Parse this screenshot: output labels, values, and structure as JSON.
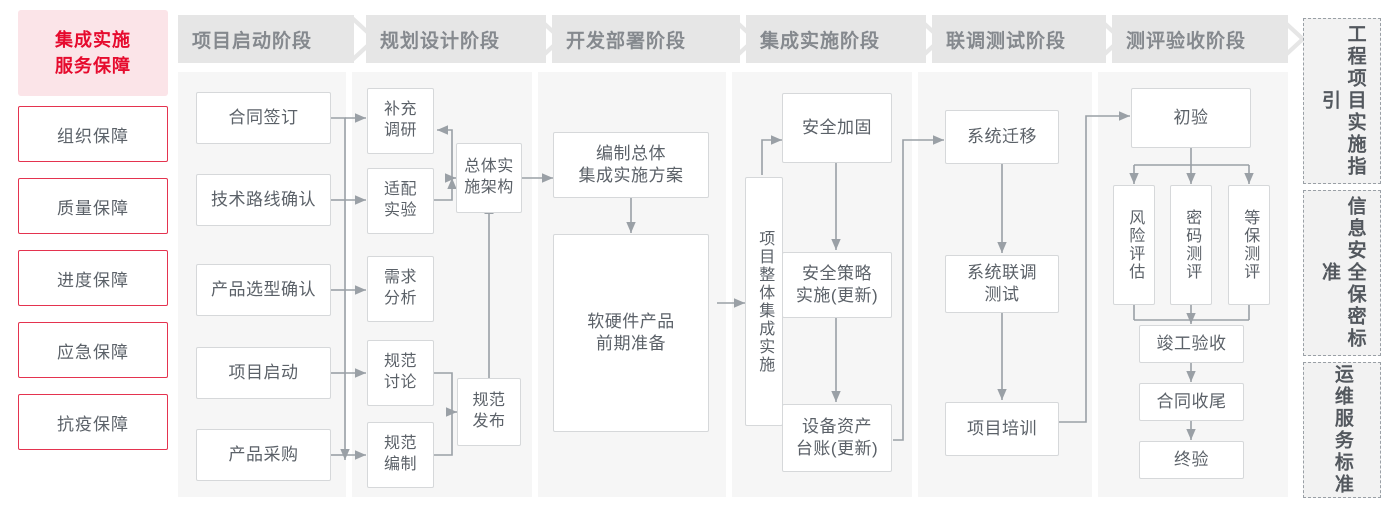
{
  "left_rail": {
    "title": "集成实施\n服务保障",
    "title_lines": [
      "集成实施",
      "服务保障"
    ],
    "accent_color": "#e60b2e",
    "accent_bg": "#fbe4e8",
    "items": [
      {
        "label": "组织保障"
      },
      {
        "label": "质量保障"
      },
      {
        "label": "进度保障"
      },
      {
        "label": "应急保障"
      },
      {
        "label": "抗疫保障"
      }
    ]
  },
  "phases": [
    {
      "label": "项目启动阶段",
      "nodes": [
        {
          "label": "合同签订"
        },
        {
          "label": "技术路线确认"
        },
        {
          "label": "产品选型确认"
        },
        {
          "label": "项目启动"
        },
        {
          "label": "产品采购"
        }
      ]
    },
    {
      "label": "规划设计阶段",
      "nodes": [
        {
          "label": "补充\n调研",
          "lines": [
            "补充",
            "调研"
          ]
        },
        {
          "label": "适配\n实验",
          "lines": [
            "适配",
            "实验"
          ]
        },
        {
          "label": "需求\n分析",
          "lines": [
            "需求",
            "分析"
          ]
        },
        {
          "label": "规范\n讨论",
          "lines": [
            "规范",
            "讨论"
          ]
        },
        {
          "label": "规范\n编制",
          "lines": [
            "规范",
            "编制"
          ]
        },
        {
          "label": "总体实\n施架构",
          "lines": [
            "总体实",
            "施架构"
          ]
        },
        {
          "label": "规范\n发布",
          "lines": [
            "规范",
            "发布"
          ]
        }
      ]
    },
    {
      "label": "开发部署阶段",
      "nodes": [
        {
          "label": "编制总体\n集成实施方案",
          "lines": [
            "编制总体",
            "集成实施方案"
          ]
        },
        {
          "label": "软硬件产品\n前期准备",
          "lines": [
            "软硬件产品",
            "前期准备"
          ]
        }
      ]
    },
    {
      "label": "集成实施阶段",
      "nodes": [
        {
          "label": "项目整体集成实施",
          "vertical": true
        },
        {
          "label": "安全加固"
        },
        {
          "label": "安全策略\n实施(更新)",
          "lines": [
            "安全策略",
            "实施(更新)"
          ]
        },
        {
          "label": "设备资产\n台账(更新)",
          "lines": [
            "设备资产",
            "台账(更新)"
          ]
        }
      ]
    },
    {
      "label": "联调测试阶段",
      "nodes": [
        {
          "label": "系统迁移"
        },
        {
          "label": "系统联调\n测试",
          "lines": [
            "系统联调",
            "测试"
          ]
        },
        {
          "label": "项目培训"
        }
      ]
    },
    {
      "label": "测评验收阶段",
      "nodes": [
        {
          "label": "初验"
        },
        {
          "label": "风险评估",
          "vertical": true
        },
        {
          "label": "密码测评",
          "vertical": true
        },
        {
          "label": "等保测评",
          "vertical": true
        },
        {
          "label": "竣工验收"
        },
        {
          "label": "合同收尾"
        },
        {
          "label": "终验"
        }
      ]
    }
  ],
  "standards_rail": [
    {
      "label": "工程项目实施指引"
    },
    {
      "label": "信息安全保密标准"
    },
    {
      "label": "运维服务标准"
    }
  ],
  "colors": {
    "panel_bg": "#f6f6f6",
    "header_bg": "#e6e6e6",
    "header_text": "#85898e",
    "node_border": "#d6d8da",
    "node_text": "#5b6168",
    "wire": "#9aa0a6",
    "rail_accent": "#e4334f"
  }
}
